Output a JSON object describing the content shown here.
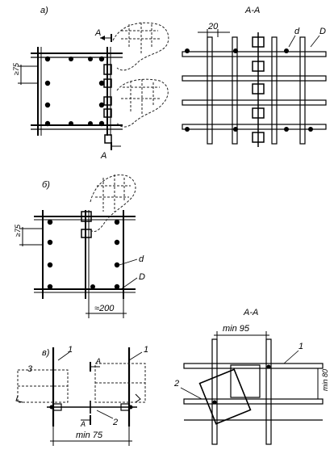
{
  "panel_a": {
    "label": "a)",
    "section_mark_top": "A",
    "section_mark_bottom": "A",
    "dim_pitch": "≥75"
  },
  "section_a": {
    "title": "A-A",
    "dim_offset": "20",
    "label_d": "d",
    "label_D": "D"
  },
  "panel_b": {
    "label": "б)",
    "dim_pitch": "≥75",
    "label_d": "d",
    "label_D": "D",
    "dim_spacing": "≈200"
  },
  "panel_c": {
    "label": "в)",
    "callout_1_left": "1",
    "callout_1_right": "1",
    "callout_3": "3",
    "callout_2": "2",
    "section_mark_top": "A",
    "section_mark_bottom": "A",
    "dim_min": "min 75"
  },
  "section_c": {
    "title": "A-A",
    "dim_top": "min 95",
    "dim_right": "min 80",
    "callout_1": "1",
    "callout_2": "2"
  }
}
